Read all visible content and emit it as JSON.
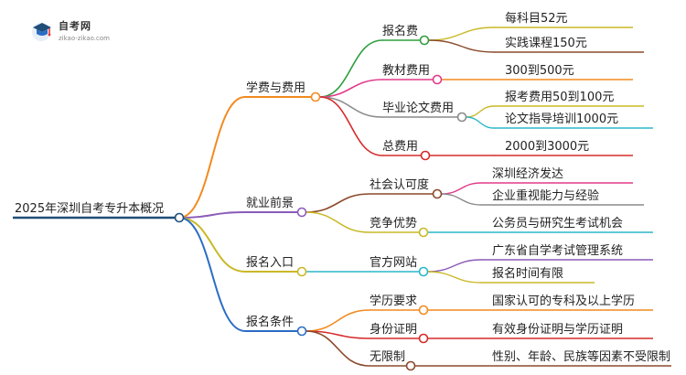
{
  "logo": {
    "title": "自考网",
    "url": "zikao-zikao.com"
  },
  "root": {
    "label": "2025年深圳自考专升本概况",
    "color": "#1f4e79"
  },
  "branches": [
    {
      "label": "学费与费用",
      "color": "#f28a1f",
      "children": [
        {
          "label": "报名费",
          "color": "#2e9e3e",
          "leaves": [
            {
              "label": "每科目52元",
              "color": "#c9b826"
            },
            {
              "label": "实践课程150元",
              "color": "#8b4a2b"
            }
          ]
        },
        {
          "label": "教材费用",
          "color": "#e23a8a",
          "leaves": [
            {
              "label": "300到500元",
              "color": "#f28a1f"
            }
          ]
        },
        {
          "label": "毕业论文费用",
          "color": "#8a8a8a",
          "leaves": [
            {
              "label": "报考费用50到100元",
              "color": "#c9b826"
            },
            {
              "label": "论文指导培训1000元",
              "color": "#2bb7c8"
            }
          ]
        },
        {
          "label": "总费用",
          "color": "#d62a2a",
          "leaves": [
            {
              "label": "2000到3000元",
              "color": "#d62a2a"
            }
          ]
        }
      ]
    },
    {
      "label": "就业前景",
      "color": "#8a5bb8",
      "children": [
        {
          "label": "社会认可度",
          "color": "#8b4a2b",
          "leaves": [
            {
              "label": "深圳经济发达",
              "color": "#e23a8a"
            },
            {
              "label": "企业重视能力与经验",
              "color": "#8a8a8a"
            }
          ]
        },
        {
          "label": "竞争优势",
          "color": "#c9b826",
          "leaves": [
            {
              "label": "公务员与研究生考试机会",
              "color": "#2bb7c8"
            }
          ]
        }
      ]
    },
    {
      "label": "报名入口",
      "color": "#c9b826",
      "children": [
        {
          "label": "官方网站",
          "color": "#2bb7c8",
          "leaves": [
            {
              "label": "广东省自学考试管理系统",
              "color": "#8a5bb8"
            },
            {
              "label": "报名时间有限",
              "color": "#c9b826"
            }
          ]
        }
      ]
    },
    {
      "label": "报名条件",
      "color": "#2b6cc4",
      "children": [
        {
          "label": "学历要求",
          "color": "#f28a1f",
          "leaves": [
            {
              "label": "国家认可的专科及以上学历",
              "color": "#f28a1f"
            }
          ]
        },
        {
          "label": "身份证明",
          "color": "#d62a2a",
          "leaves": [
            {
              "label": "有效身份证明与学历证明",
              "color": "#d62a2a"
            }
          ]
        },
        {
          "label": "无限制",
          "color": "#8b4a2b",
          "leaves": [
            {
              "label": "性别、年龄、民族等因素不受限制",
              "color": "#8b4a2b"
            }
          ]
        }
      ]
    }
  ]
}
